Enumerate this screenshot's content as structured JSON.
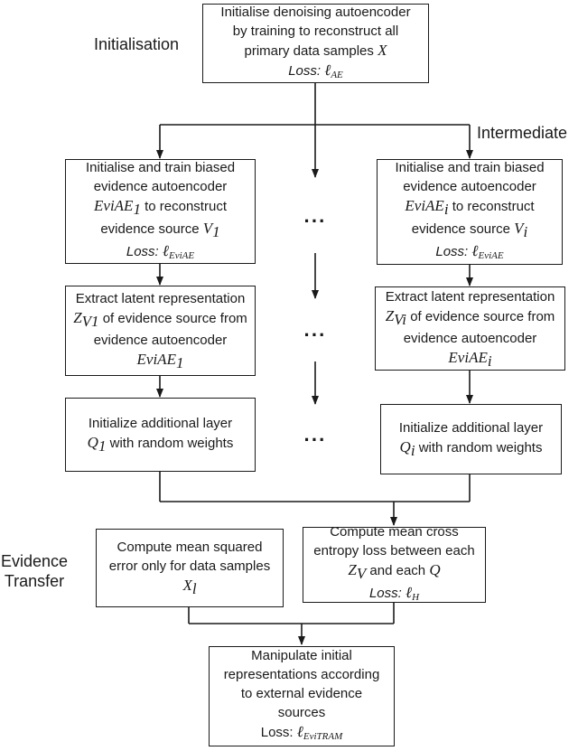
{
  "sections": {
    "init": "Initialisation",
    "intermediate": "Intermediate",
    "evidence_transfer": [
      "Evidence",
      "Transfer"
    ]
  },
  "top_box": {
    "lines": [
      "Initialise denoising autoencoder",
      "by training to reconstruct all",
      "primary data samples"
    ],
    "symbol": "X",
    "loss_label": "Loss:",
    "loss_symbol": "ℓ",
    "loss_sub": "AE"
  },
  "left_column": {
    "train_box": {
      "line1": "Initialise and train biased",
      "line2": "evidence autoencoder",
      "model": "EviAE",
      "model_sub": "1",
      "line3_tail": "to reconstruct",
      "line4_head": "evidence source",
      "source": "V",
      "source_sub": "1",
      "loss_label": "Loss:",
      "loss_symbol": "ℓ",
      "loss_sub": "EviAE"
    },
    "extract_box": {
      "line1": "Extract latent representation",
      "latent": "Z",
      "latent_sub": "V1",
      "line2_tail": "of evidence source from",
      "line3": "evidence autoencoder",
      "model": "EviAE",
      "model_sub": "1"
    },
    "layer_box": {
      "line1": "Initialize additional layer",
      "q": "Q",
      "q_sub": "1",
      "line2_tail": "with random weights"
    }
  },
  "right_column": {
    "train_box": {
      "line1": "Initialise and train biased",
      "line2": "evidence autoencoder",
      "model": "EviAE",
      "model_sub": "i",
      "line3_tail": "to reconstruct",
      "line4_head": "evidence source",
      "source": "V",
      "source_sub": "i",
      "loss_label": "Loss:",
      "loss_symbol": "ℓ",
      "loss_sub": "EviAE"
    },
    "extract_box": {
      "line1": "Extract latent representation",
      "latent": "Z",
      "latent_sub": "Vi",
      "line2_tail": "of evidence source from",
      "line3": "evidence autoencoder",
      "model": "EviAE",
      "model_sub": "i"
    },
    "layer_box": {
      "line1": "Initialize additional layer",
      "q": "Q",
      "q_sub": "i",
      "line2_tail": "with random weights"
    }
  },
  "ellipsis": [
    "···",
    "···",
    "···"
  ],
  "mse_box": {
    "lines": [
      "Compute mean squared",
      "error only for data samples"
    ],
    "symbol": "X",
    "symbol_sub": "l"
  },
  "ce_box": {
    "line1": "Compute mean cross",
    "line2": "entropy loss between each",
    "z": "Z",
    "z_sub": "V",
    "mid": "and each",
    "q": "Q",
    "loss_label": "Loss:",
    "loss_symbol": "ℓ",
    "loss_sub": "H"
  },
  "final_box": {
    "lines": [
      "Manipulate initial",
      "representations according",
      "to external evidence",
      "sources"
    ],
    "loss_label": "Loss:",
    "loss_symbol": "ℓ",
    "loss_sub": "EviTRAM"
  }
}
